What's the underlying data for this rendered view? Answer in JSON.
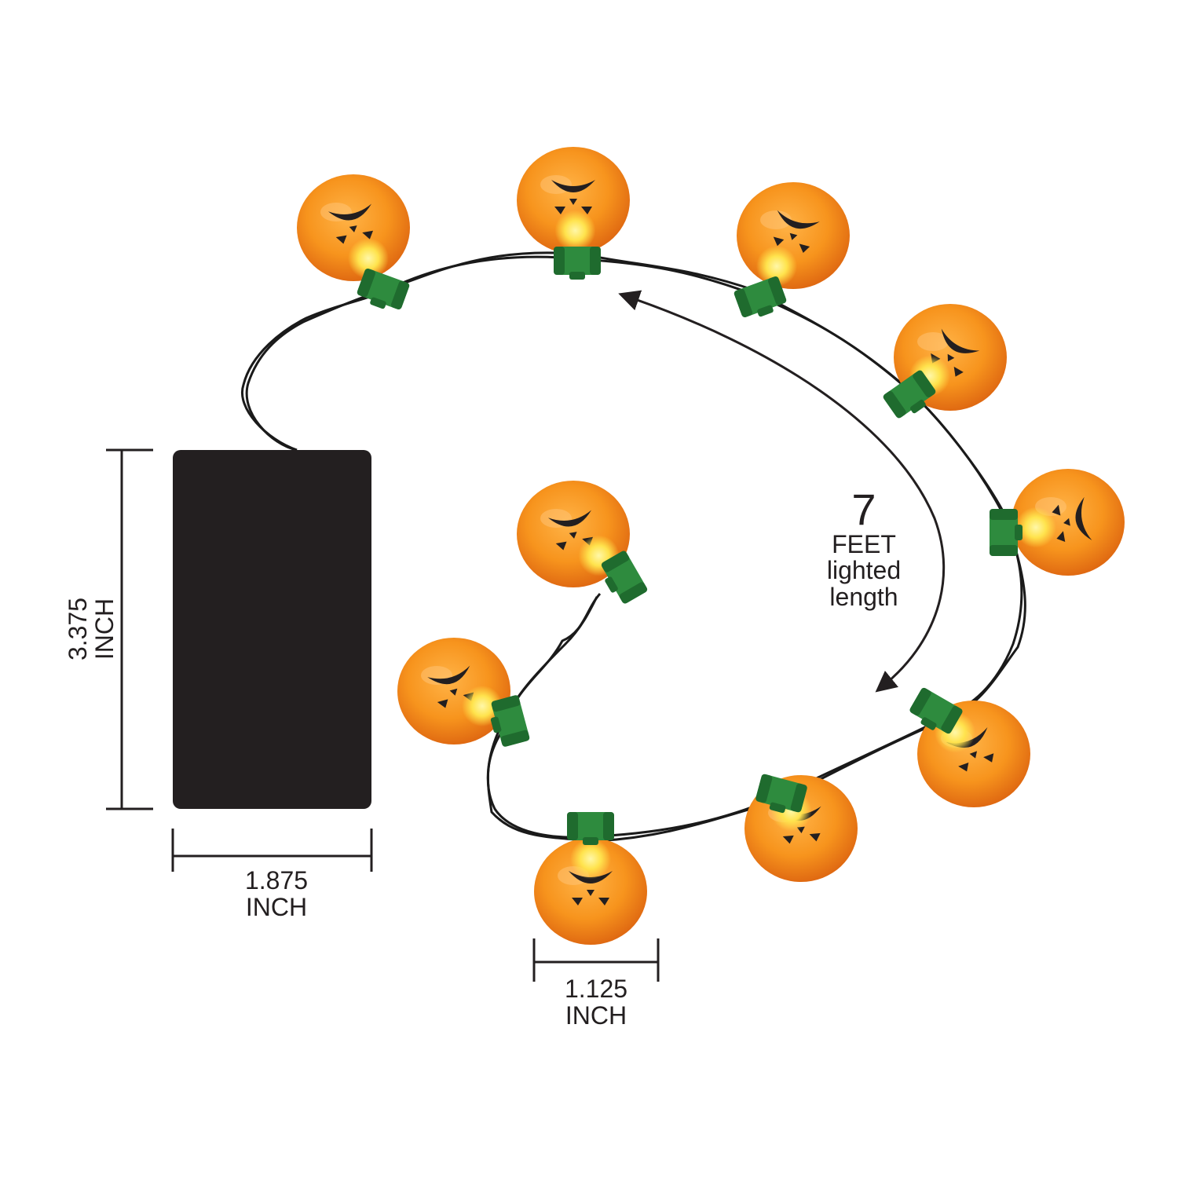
{
  "colors": {
    "background": "#ffffff",
    "battery_box": "#231f20",
    "wire": "#1a1a1a",
    "pumpkin_body": "#f7941d",
    "pumpkin_shade": "#e8731a",
    "pumpkin_face": "#231f20",
    "bulb_glow": "#ffe34d",
    "socket": "#2e8b3e",
    "socket_dark": "#1f6b2e",
    "dimension_line": "#231f20"
  },
  "battery_box": {
    "height_value": "3.375",
    "height_unit": "INCH",
    "width_value": "1.875",
    "width_unit": "INCH"
  },
  "bulb": {
    "width_value": "1.125",
    "width_unit": "INCH",
    "count": 10
  },
  "lighted_length": {
    "number": "7",
    "unit": "FEET",
    "line1": "lighted",
    "line2": "length"
  }
}
